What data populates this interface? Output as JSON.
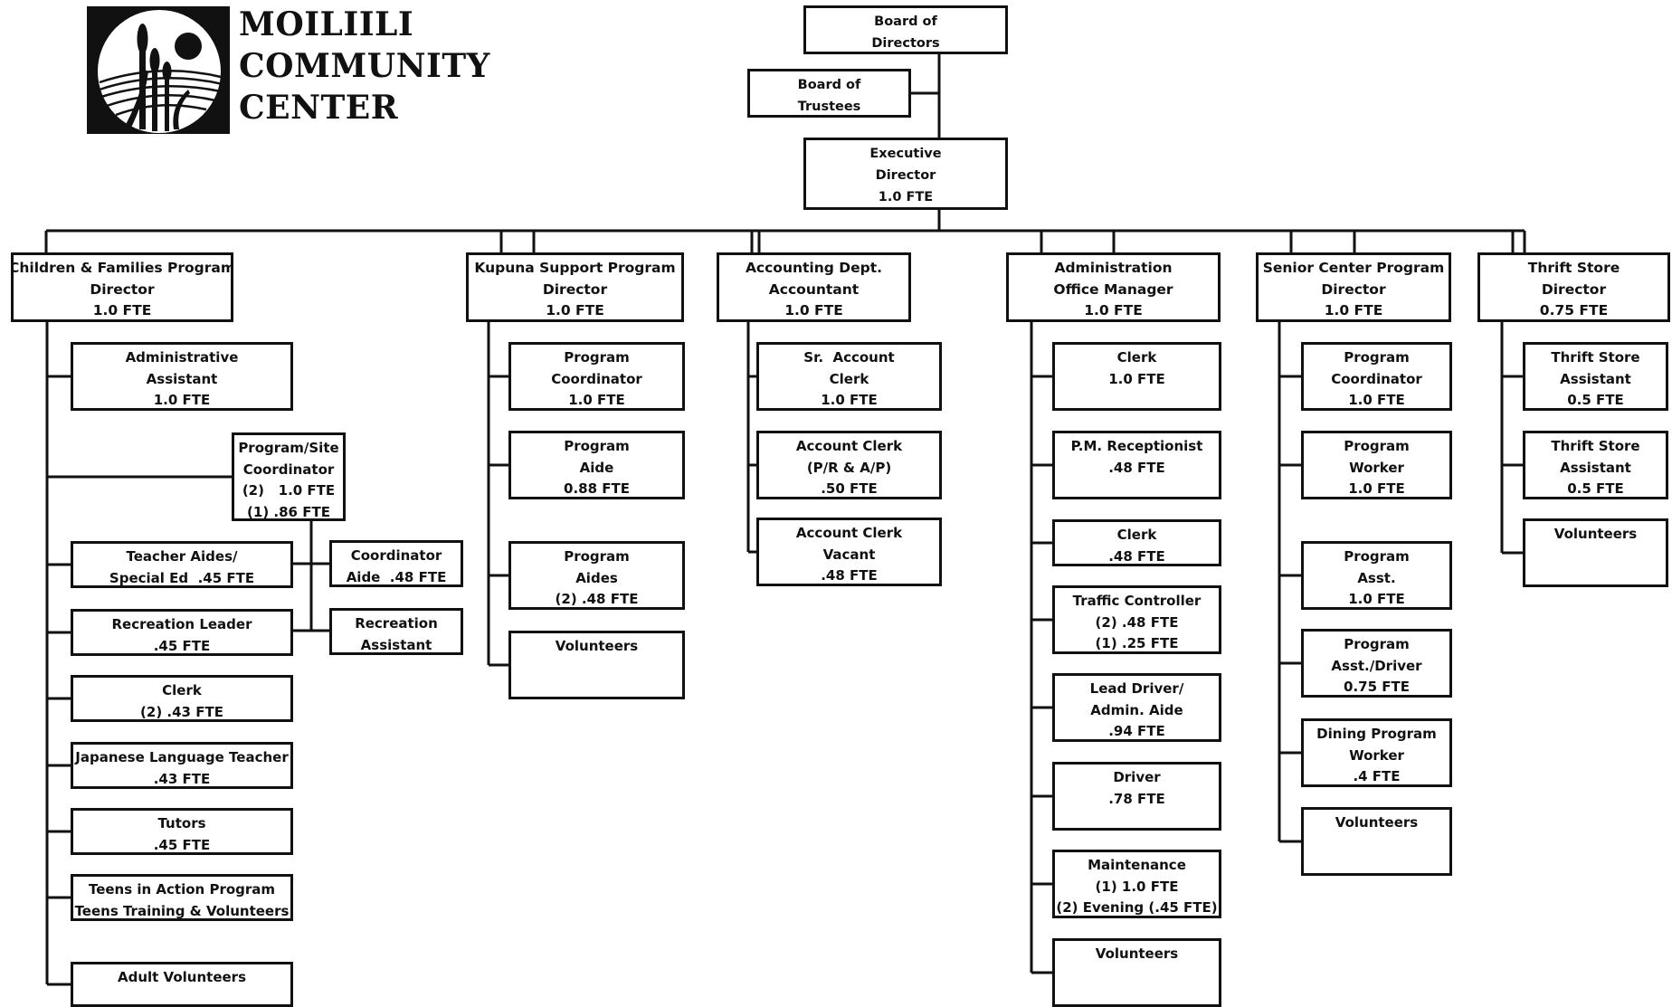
{
  "org_name": [
    "MOILIILI",
    "COMMUNITY",
    "CENTER"
  ],
  "top": {
    "board_of_directors": [
      "Board of",
      "Directors"
    ],
    "board_of_trustees": [
      "Board of",
      "Trustees"
    ],
    "executive_director": [
      "Executive",
      "Director",
      "1.0 FTE"
    ]
  },
  "departments": [
    {
      "id": "children",
      "head": [
        "Children & Families Program",
        "Director",
        "1.0 FTE"
      ],
      "staff": [
        [
          "Administrative",
          "Assistant",
          "1.0 FTE"
        ],
        [
          "Program/Site",
          "Coordinator",
          "(2)   1.0 FTE",
          "(1) .86 FTE"
        ],
        [
          "Teacher Aides/",
          "Special Ed  .45 FTE"
        ],
        [
          "Recreation Leader",
          ".45 FTE"
        ],
        [
          "Clerk",
          "(2) .43 FTE"
        ],
        [
          "Japanese Language Teacher",
          ".43 FTE"
        ],
        [
          "Tutors",
          ".45 FTE"
        ],
        [
          "Teens in Action Program",
          "Teens Training & Volunteers"
        ],
        [
          "Adult Volunteers"
        ]
      ],
      "side": [
        [
          "Coordinator",
          "Aide  .48 FTE"
        ],
        [
          "Recreation",
          "Assistant"
        ]
      ]
    },
    {
      "id": "kupuna",
      "head": [
        "Kupuna Support Program",
        "Director",
        "1.0 FTE"
      ],
      "staff": [
        [
          "Program",
          "Coordinator",
          "1.0 FTE"
        ],
        [
          "Program",
          "Aide",
          "0.88 FTE"
        ],
        [
          "Program",
          "Aides",
          "(2) .48 FTE"
        ],
        [
          "Volunteers"
        ]
      ]
    },
    {
      "id": "accounting",
      "head": [
        "Accounting Dept.",
        "Accountant",
        "1.0 FTE"
      ],
      "staff": [
        [
          "Sr.  Account",
          "Clerk",
          "1.0 FTE"
        ],
        [
          "Account Clerk",
          "(P/R & A/P)",
          ".50 FTE"
        ],
        [
          "Account Clerk",
          "Vacant",
          ".48 FTE"
        ]
      ]
    },
    {
      "id": "administration",
      "head": [
        "Administration",
        "Office Manager",
        "1.0 FTE"
      ],
      "staff": [
        [
          "Clerk",
          "1.0 FTE"
        ],
        [
          "P.M. Receptionist",
          ".48 FTE"
        ],
        [
          "Clerk",
          ".48 FTE"
        ],
        [
          "Traffic Controller",
          "(2) .48 FTE",
          "(1) .25 FTE"
        ],
        [
          "Lead Driver/",
          "Admin. Aide",
          ".94 FTE"
        ],
        [
          "Driver",
          ".78 FTE"
        ],
        [
          "Maintenance",
          "(1) 1.0 FTE",
          "(2) Evening (.45 FTE)"
        ],
        [
          "Volunteers"
        ]
      ]
    },
    {
      "id": "senior",
      "head": [
        "Senior Center Program",
        "Director",
        "1.0 FTE"
      ],
      "staff": [
        [
          "Program",
          "Coordinator",
          "1.0 FTE"
        ],
        [
          "Program",
          "Worker",
          "1.0 FTE"
        ],
        [
          "Program",
          "Asst.",
          "1.0 FTE"
        ],
        [
          "Program",
          "Asst./Driver",
          "0.75 FTE"
        ],
        [
          "Dining Program",
          "Worker",
          ".4 FTE"
        ],
        [
          "Volunteers"
        ]
      ]
    },
    {
      "id": "thrift",
      "head": [
        "Thrift Store",
        "Director",
        "0.75 FTE"
      ],
      "staff": [
        [
          "Thrift Store",
          "Assistant",
          "0.5 FTE"
        ],
        [
          "Thrift Store",
          "Assistant",
          "0.5 FTE"
        ],
        [
          "Volunteers"
        ]
      ]
    }
  ]
}
